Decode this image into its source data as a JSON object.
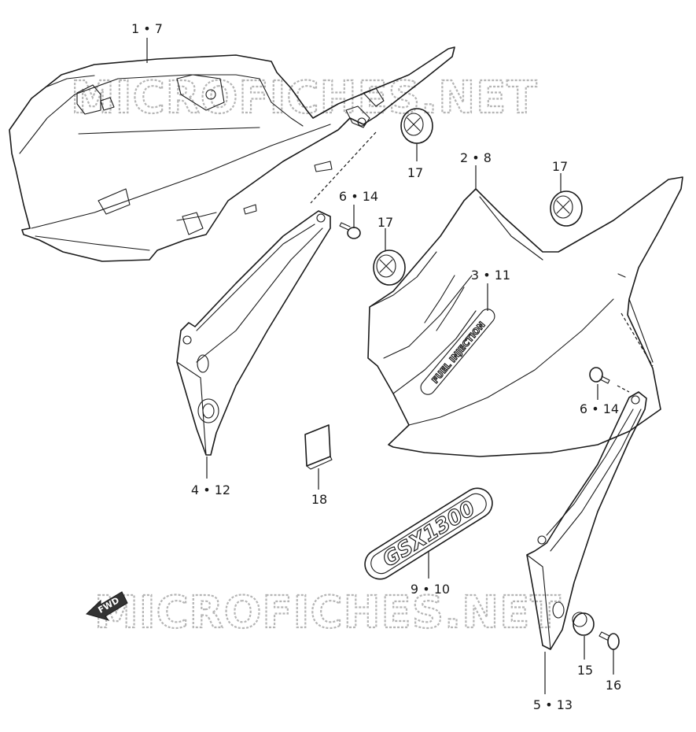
{
  "watermark": "MICROFICHES.NET",
  "fwd_label": "FWD",
  "decals": {
    "fuel_injection": "FUEL INJECTION",
    "model": "GSX1300"
  },
  "labels": [
    {
      "id": "1-7",
      "text": "1 • 7"
    },
    {
      "id": "2-8",
      "text": "2 • 8"
    },
    {
      "id": "3-11",
      "text": "3 • 11"
    },
    {
      "id": "4-12",
      "text": "4 • 12"
    },
    {
      "id": "5-13",
      "text": "5 • 13"
    },
    {
      "id": "6-14-a",
      "text": "6 • 14"
    },
    {
      "id": "6-14-b",
      "text": "6 • 14"
    },
    {
      "id": "9-10",
      "text": "9 • 10"
    },
    {
      "id": "15",
      "text": "15"
    },
    {
      "id": "16",
      "text": "16"
    },
    {
      "id": "17-a",
      "text": "17"
    },
    {
      "id": "17-b",
      "text": "17"
    },
    {
      "id": "17-c",
      "text": "17"
    },
    {
      "id": "18",
      "text": "18"
    }
  ]
}
